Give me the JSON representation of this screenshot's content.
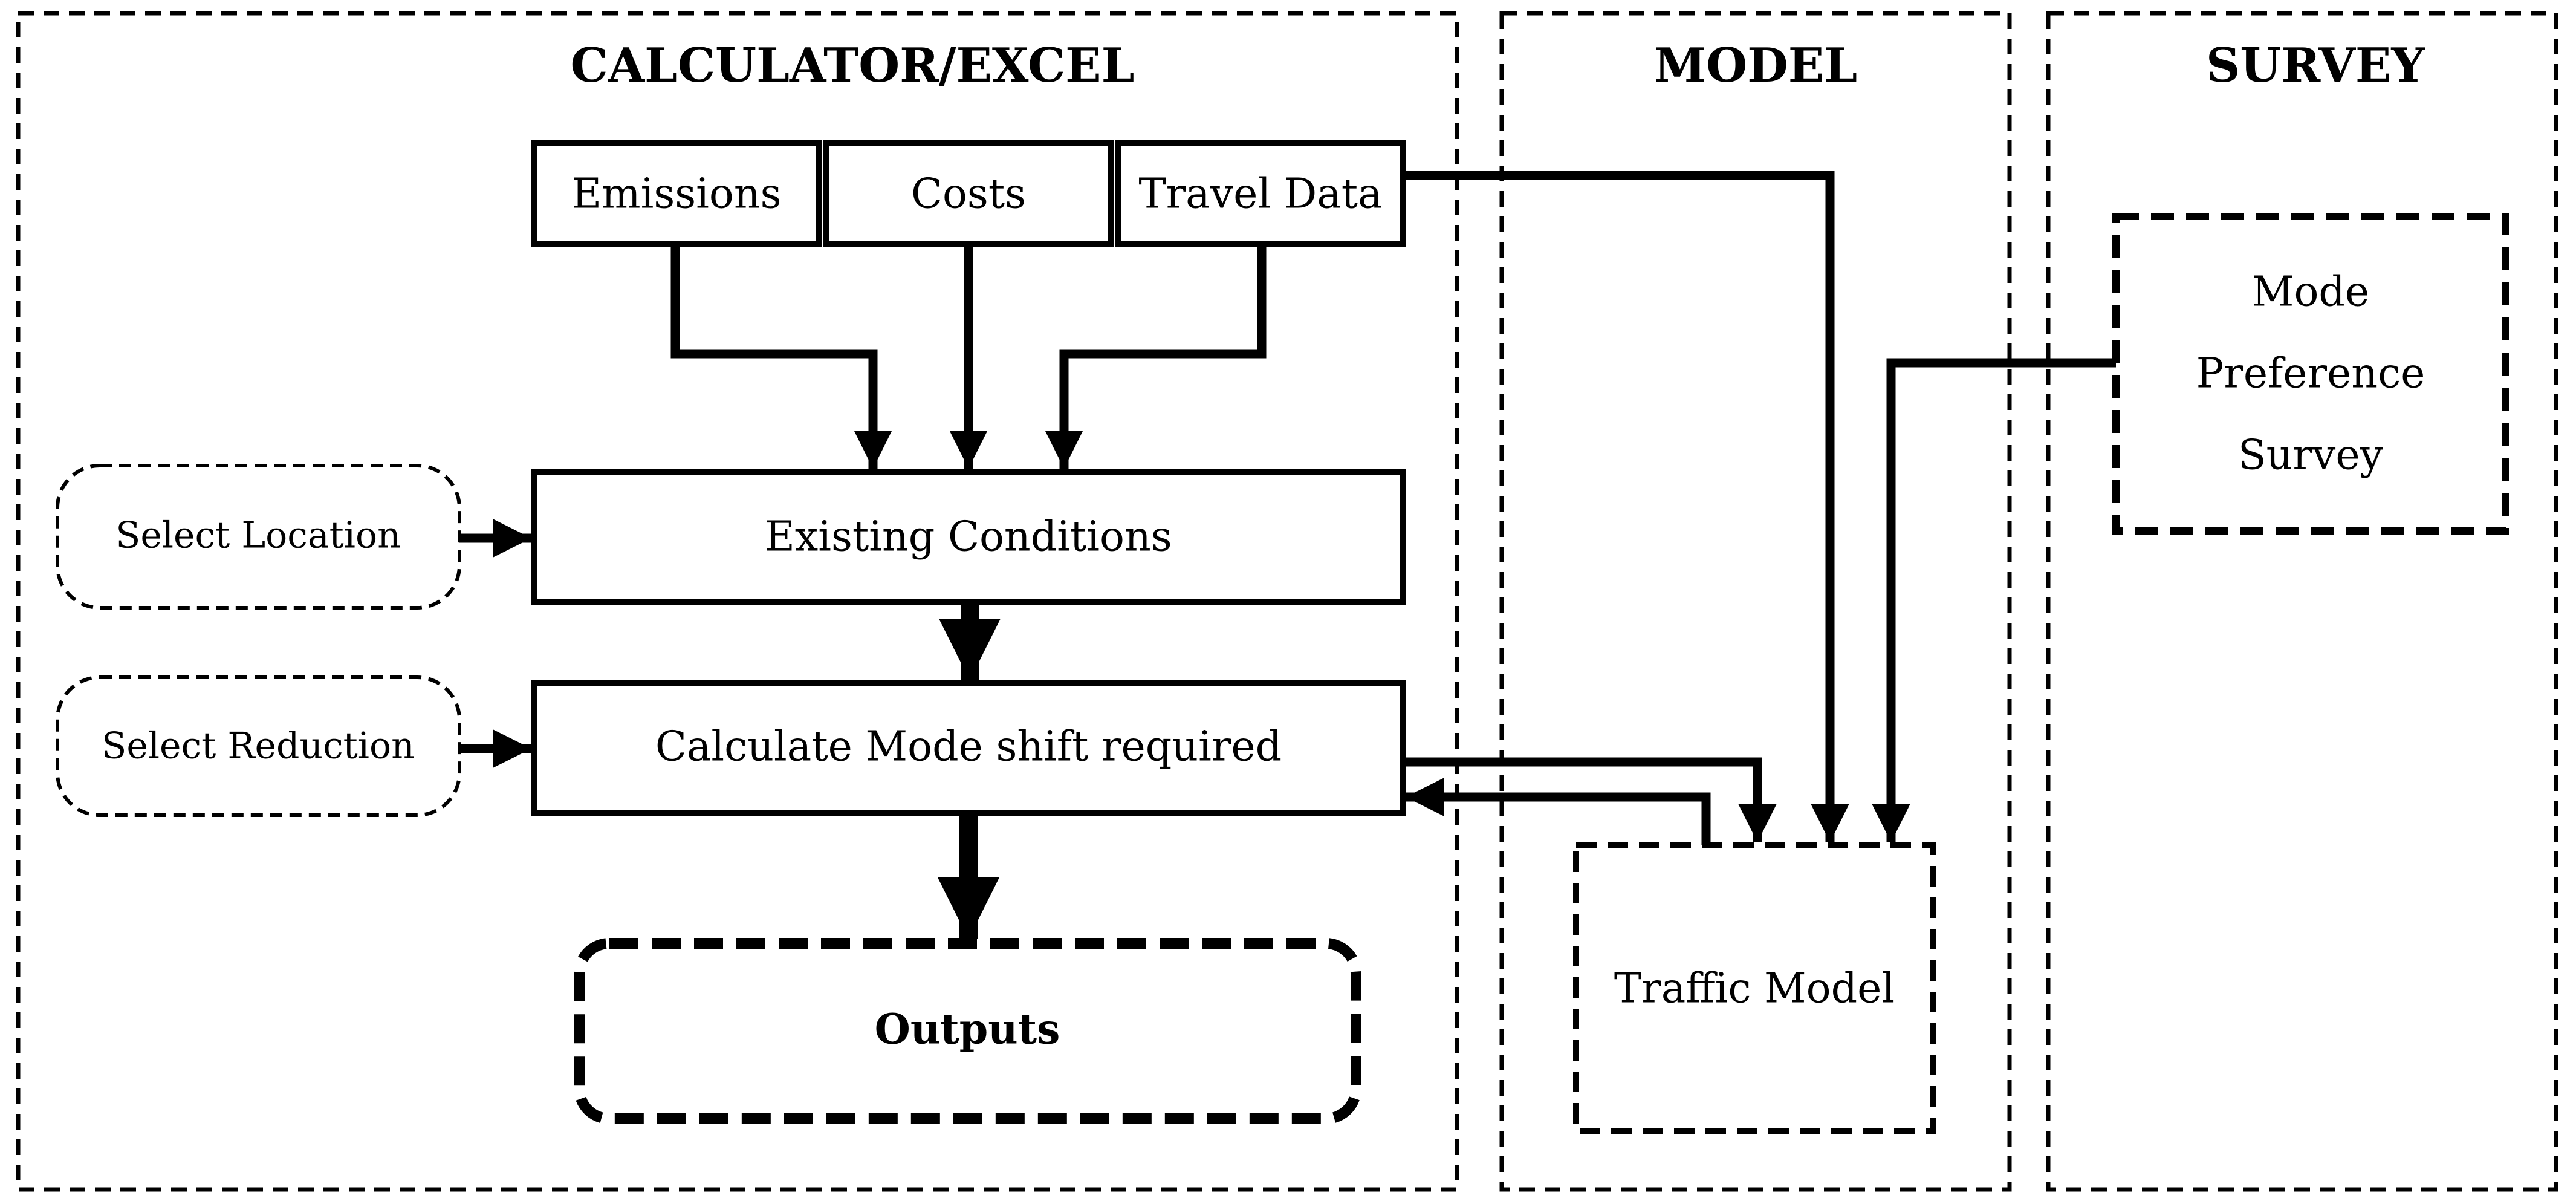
{
  "panels": {
    "calculator": {
      "title": "CALCULATOR/EXCEL"
    },
    "model": {
      "title": "MODEL"
    },
    "survey": {
      "title": "SURVEY"
    }
  },
  "inputs": {
    "emissions": "Emissions",
    "costs": "Costs",
    "travel_data": "Travel Data"
  },
  "process": {
    "existing_conditions": "Existing Conditions",
    "calculate_mode_shift": "Calculate Mode shift required"
  },
  "selectors": {
    "select_location": "Select Location",
    "select_reduction": "Select Reduction"
  },
  "outputs": {
    "label": "Outputs"
  },
  "traffic_model": {
    "label": "Traffic Model"
  },
  "survey_box": {
    "lines": [
      "Mode",
      "Preference",
      "Survey"
    ]
  },
  "colors": {
    "stroke": "#000000",
    "background": "#ffffff"
  }
}
